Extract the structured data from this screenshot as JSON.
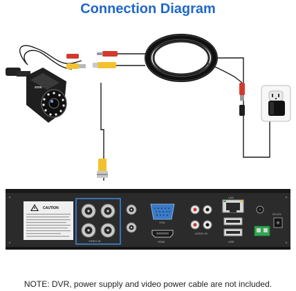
{
  "header": {
    "title": "Connection Diagram"
  },
  "footer": {
    "note": "NOTE: DVR, power supply and video power cable are not included."
  },
  "camera": {
    "brand_label": "ZOSI"
  },
  "dvr": {
    "caution_label": "CAUTION",
    "port_labels": {
      "video_in": "VIDEO IN",
      "vga": "VGA",
      "hdmi": "HDMI",
      "audio_in": "AUDIO IN",
      "lan": "LAN",
      "usb": "USB",
      "power": "DC12V"
    }
  },
  "colors": {
    "title": "#1f67c9",
    "cable": "#1a1a1a",
    "bnc_yellow": "#f2c22e",
    "power_red": "#d23a2e",
    "dvr_body": "#2b2b2b",
    "port_highlight": "#3b86d6",
    "connector_green": "#2fa84f"
  }
}
